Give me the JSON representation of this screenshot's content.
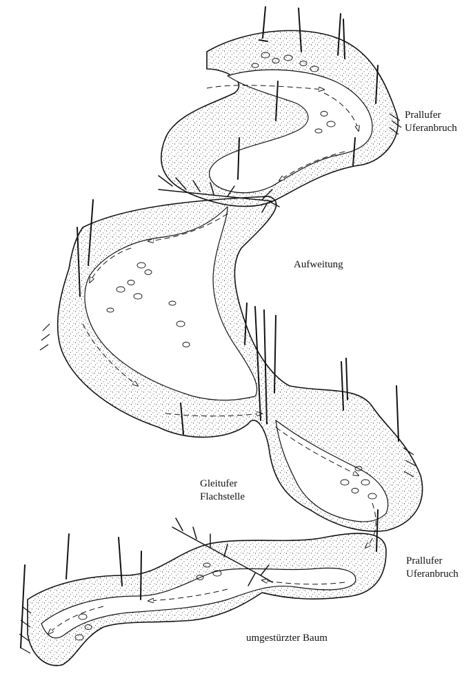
{
  "labels": {
    "prallufer_top": {
      "line1": "Prallufer",
      "line2": "Uferanbruch"
    },
    "aufweitung": "Aufweitung",
    "gleitufer": {
      "line1": "Gleitufer",
      "line2": "Flachstelle"
    },
    "prallufer_bottom": {
      "line1": "Prallufer",
      "line2": "Uferanbruch"
    },
    "umgestuerzter_baum": "umgestürzter Baum"
  },
  "colors": {
    "ink": "#111111",
    "background": "#ffffff",
    "gravel_fill": "#f4f4f4"
  }
}
